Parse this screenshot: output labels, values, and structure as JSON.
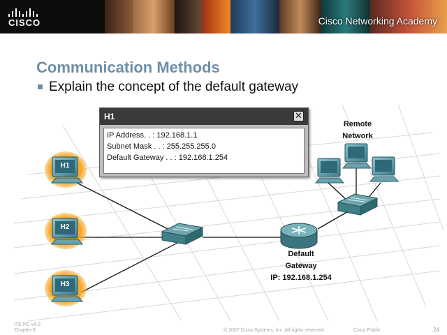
{
  "header": {
    "brand": "CISCO",
    "academy": "Cisco Networking Academy"
  },
  "slide": {
    "title": "Communication Methods",
    "bullet": "Explain  the concept of the default gateway"
  },
  "info_window": {
    "title": "H1",
    "close_glyph": "✕",
    "lines": [
      "IP Address. . : 192.168.1.1",
      "Subnet Mask . . : 255.255.255.0",
      "Default Gateway . . : 192.168.1.254"
    ]
  },
  "hosts": [
    {
      "label": "H1"
    },
    {
      "label": "H2"
    },
    {
      "label": "H3"
    }
  ],
  "remote_network": [
    "Remote",
    "Network"
  ],
  "gateway": [
    "Default",
    "Gateway",
    "IP: 192.168.1.254"
  ],
  "icons": {
    "host": "computer-icon",
    "switch": "switch-icon",
    "router": "router-icon",
    "close": "close-icon"
  },
  "colors": {
    "title": "#6e8fa8",
    "host_glow": "#f5a623",
    "switch": "#3f7f86",
    "router": "#3a7580",
    "monitor": "#4c8fa0"
  },
  "footer": {
    "course": "ITE PC v4.0",
    "chapter": "Chapter 8",
    "copyright": "© 2007 Cisco Systems, Inc. All rights reserved.",
    "classification": "Cisco Public",
    "page": "24"
  }
}
